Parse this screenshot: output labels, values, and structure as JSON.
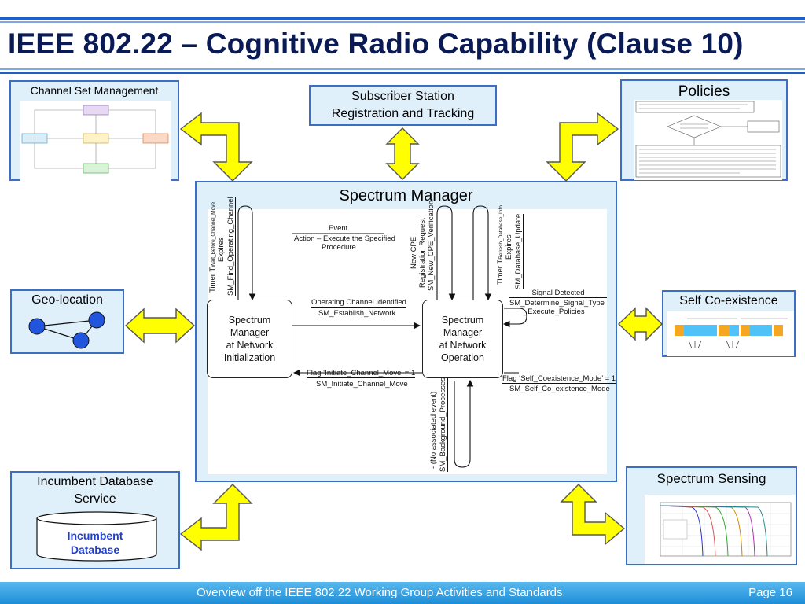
{
  "title": "IEEE 802.22 – Cognitive Radio Capability (Clause 10)",
  "footer": {
    "text": "Overview off the IEEE 802.22 Working Group Activities and Standards",
    "page": "Page 16"
  },
  "panels": {
    "channel_set": {
      "title": "Channel Set Management"
    },
    "subscriber": {
      "title_line1": "Subscriber Station",
      "title_line2": "Registration and Tracking"
    },
    "policies": {
      "title": "Policies"
    },
    "geo": {
      "title": "Geo-location"
    },
    "self_coex": {
      "title": "Self Co-existence"
    },
    "incumbent": {
      "title_line1": "Incumbent Database",
      "title_line2": "Service",
      "db_line1": "Incumbent",
      "db_line2": "Database"
    },
    "spectrum_sensing": {
      "title": "Spectrum Sensing"
    },
    "spectrum_manager": {
      "title": "Spectrum Manager"
    }
  },
  "sm_diagram": {
    "legend_event": "Event",
    "legend_action_1": "Action – Execute the Specified",
    "legend_action_2": "Procedure",
    "state_init": [
      "Spectrum",
      "Manager",
      "at Network",
      "Initialization"
    ],
    "state_op": [
      "Spectrum",
      "Manager",
      "at Network",
      "Operation"
    ],
    "op_channel_identified": "Operating Channel Identified",
    "sm_establish_network": "SM_Establish_Network",
    "flag_initiate_move": "Flag ‘Initiate_Channel_Move’ = 1",
    "sm_initiate_channel_move": "SM_Initiate_Channel_Move",
    "signal_detected": "Signal Detected",
    "sm_determine_signal_type": "SM_Determine_Signal_Type",
    "execute_policies": "_Execute_Policies",
    "flag_self_coex": "Flag ‘Self_Coexistence_Mode’ = 1",
    "sm_self_coex_mode": "SM_Self_Co_existence_Mode",
    "timer_wait_1": "Timer T",
    "timer_wait_sub": "Wait_Before_Channel_Move",
    "timer_wait_2": "Expires",
    "sm_find_operating_channel": "SM_Find_Operating_Channel",
    "new_cpe_1": "New CPE",
    "new_cpe_2": "Registration Request",
    "sm_new_cpe_verification": "SM_New_CPE_Verification",
    "timer_refresh_1": "Timer T",
    "timer_refresh_sub": "Refresh_Database_Info",
    "timer_refresh_2": "Expires",
    "sm_database_update": "SM_Database_Update",
    "no_assoc_event": "- (No associated event)",
    "sm_background": "SM_Background_Processes"
  }
}
